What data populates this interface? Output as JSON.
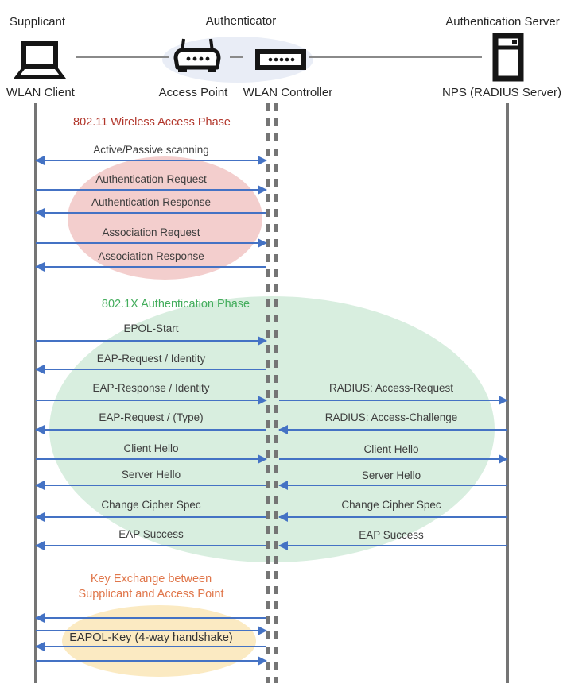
{
  "actors": {
    "supplicant_role": "Supplicant",
    "authenticator_role": "Authenticator",
    "server_role": "Authentication Server",
    "wlan_client": "WLAN Client",
    "access_point": "Access Point",
    "wlan_controller": "WLAN Controller",
    "nps": "NPS (RADIUS Server)"
  },
  "phases": {
    "p1": {
      "title": "802.11 Wireless Access Phase",
      "color": "#B1352A",
      "fill": "#F3CECD"
    },
    "p2": {
      "title": "802.1X Authentication Phase",
      "color": "#43AD5C",
      "fill": "#D8EEDF"
    },
    "p3": {
      "title_line1": "Key Exchange between",
      "title_line2": "Supplicant and Access Point",
      "color": "#E0764A",
      "fill": "#FBEAC2"
    }
  },
  "messages_left": [
    {
      "label": "Active/Passive scanning",
      "direction": "both"
    },
    {
      "label": "Authentication Request",
      "direction": "right"
    },
    {
      "label": "Authentication Response",
      "direction": "left"
    },
    {
      "label": "Association Request",
      "direction": "right"
    },
    {
      "label": "Association Response",
      "direction": "left"
    },
    {
      "label": "EPOL-Start",
      "direction": "right"
    },
    {
      "label": "EAP-Request / Identity",
      "direction": "left"
    },
    {
      "label": "EAP-Response / Identity",
      "direction": "right"
    },
    {
      "label": "EAP-Request / (Type)",
      "direction": "left"
    },
    {
      "label": "Client Hello",
      "direction": "right"
    },
    {
      "label": "Server Hello",
      "direction": "left"
    },
    {
      "label": "Change Cipher Spec",
      "direction": "left"
    },
    {
      "label": "EAP Success",
      "direction": "left"
    },
    {
      "label": "",
      "direction": "left"
    },
    {
      "label": "",
      "direction": "right"
    },
    {
      "label": "EAPOL-Key (4-way handshake)",
      "direction": "left"
    },
    {
      "label": "",
      "direction": "right"
    }
  ],
  "messages_right": [
    {
      "label": "RADIUS: Access-Request",
      "direction": "right"
    },
    {
      "label": "RADIUS: Access-Challenge",
      "direction": "left"
    },
    {
      "label": "Client Hello",
      "direction": "right"
    },
    {
      "label": "Server Hello",
      "direction": "left"
    },
    {
      "label": "Change Cipher Spec",
      "direction": "left"
    },
    {
      "label": "EAP Success",
      "direction": "left"
    }
  ],
  "colors": {
    "arrow": "#4472C4",
    "lifeline": "#757575",
    "authenticator_bg": "#E9EDF6"
  }
}
